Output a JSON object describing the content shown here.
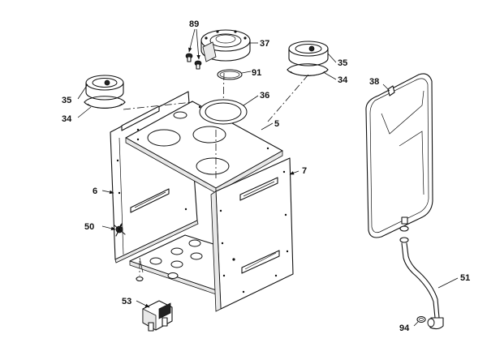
{
  "callouts": {
    "c89": "89",
    "c37": "37",
    "c91": "91",
    "c35_left": "35",
    "c34_left": "34",
    "c36": "36",
    "c5": "5",
    "c35_right": "35",
    "c34_right": "34",
    "c38": "38",
    "c7": "7",
    "c6": "6",
    "c50": "50",
    "c53": "53",
    "c51": "51",
    "c94": "94"
  }
}
